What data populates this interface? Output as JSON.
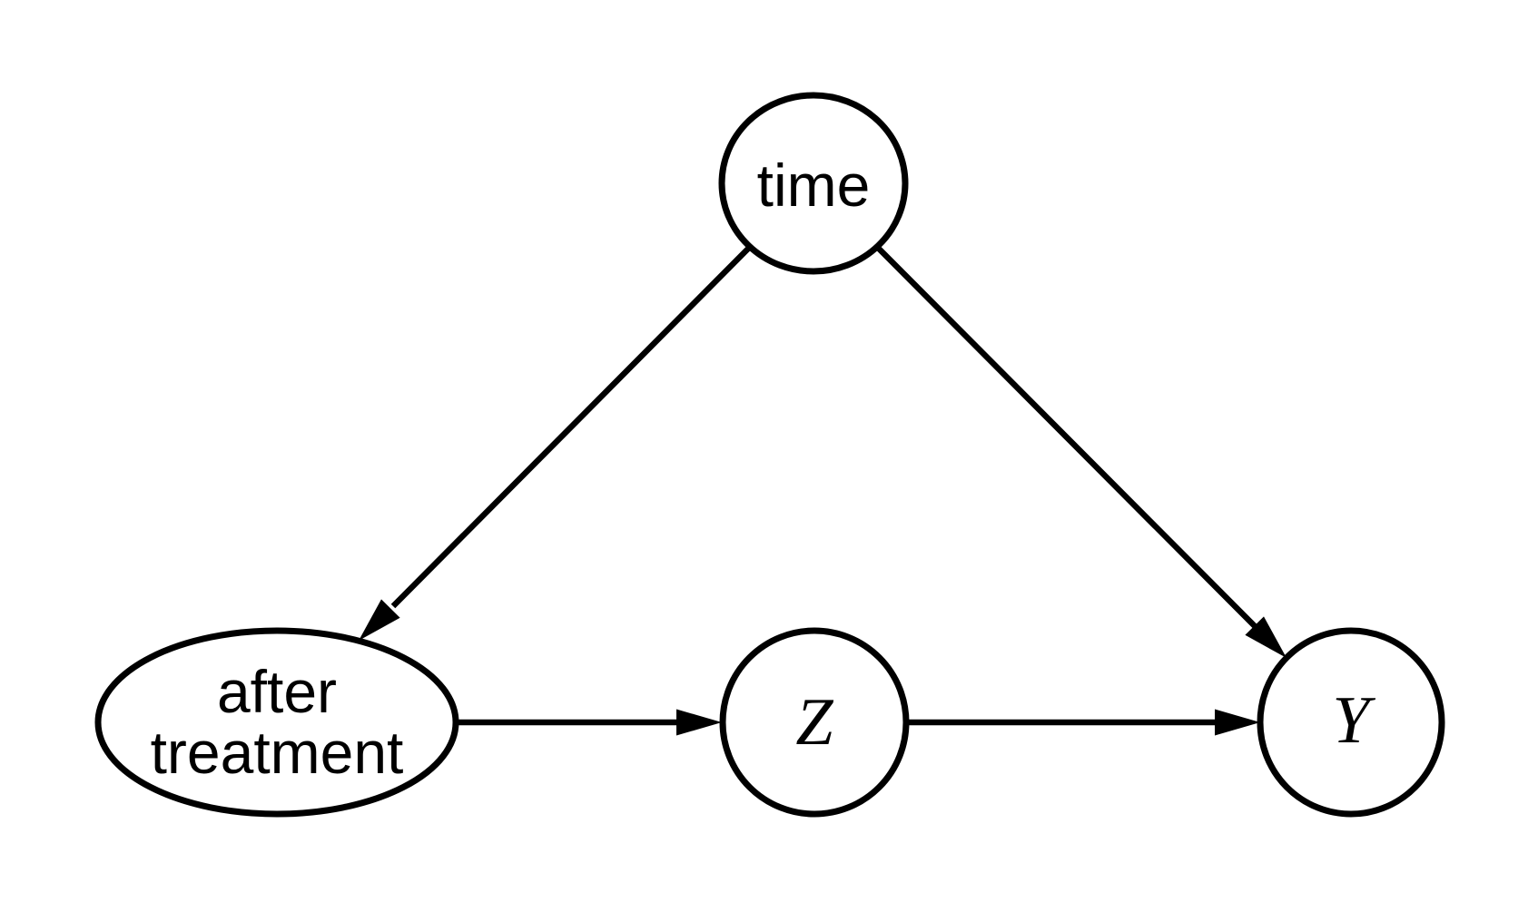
{
  "diagram": {
    "kind": "causal-dag",
    "background_color": "#ffffff",
    "ink_color": "#000000",
    "nodes": {
      "time": {
        "label": "time",
        "shape": "circle"
      },
      "after_treatment": {
        "label": "after treatment",
        "label_line1": "after",
        "label_line2": "treatment",
        "shape": "ellipse"
      },
      "z": {
        "label": "Z",
        "shape": "circle"
      },
      "y": {
        "label": "Y",
        "shape": "circle"
      }
    },
    "edges": [
      {
        "from": "time",
        "to": "after treatment"
      },
      {
        "from": "time",
        "to": "Y"
      },
      {
        "from": "after treatment",
        "to": "Z"
      },
      {
        "from": "Z",
        "to": "Y"
      }
    ]
  }
}
